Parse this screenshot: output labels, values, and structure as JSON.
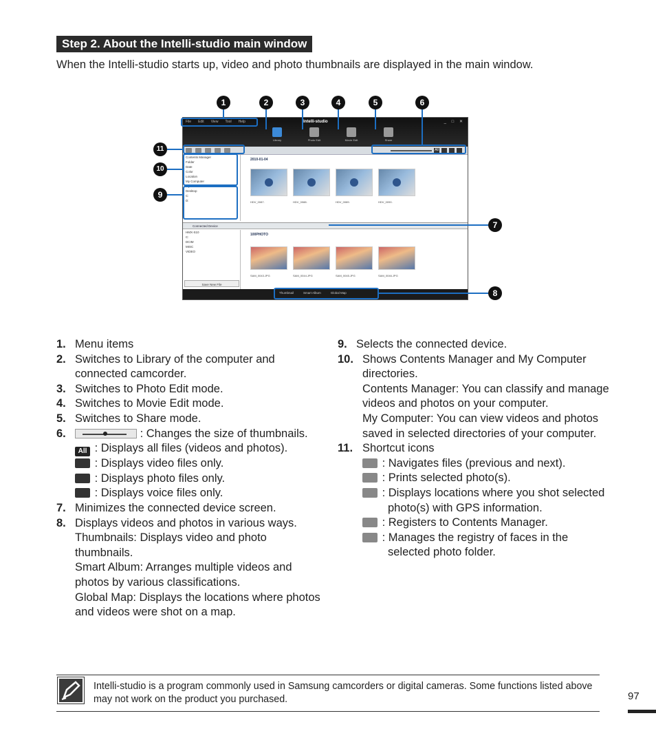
{
  "heading": "Step 2. About the Intelli-studio main window",
  "intro": "When the Intelli-studio starts up, video and photo thumbnails are displayed in the main window.",
  "figure": {
    "app_title": "Intelli-studio",
    "menu": [
      "File",
      "Edit",
      "View",
      "Tool",
      "Help"
    ],
    "window_controls": "_ □ ✕",
    "modes": [
      "Library",
      "Photo Edit",
      "Movie Edit",
      "Share"
    ],
    "filter_all": "All",
    "tree1_header": "Contents Manager",
    "tree1": [
      "Folder",
      "Date",
      "Color",
      "Location"
    ],
    "tree2_header": "My Computer",
    "tree2": [
      "My Documents",
      "Desktop",
      "C:",
      "D:"
    ],
    "date_group": "2010-01-04",
    "video_names": [
      "HDV_0087.",
      "HDV_0088.",
      "HDV_0089.",
      "HDV_0090."
    ],
    "connected_device": "Connected Device",
    "device_tree": [
      "HMX-S10",
      "C:",
      "DCIM",
      "MISC",
      "VIDEO"
    ],
    "folder_group": "100PHOTO",
    "photo_names": [
      "SAM_0043.JPG",
      "SAM_0044.JPG",
      "SAM_0045.JPG",
      "SAM_0046.JPG"
    ],
    "save_new_file": "Save New File",
    "views": [
      "Thumbnail",
      "Smart Album",
      "Global Map"
    ],
    "callouts": [
      "1",
      "2",
      "3",
      "4",
      "5",
      "6",
      "7",
      "8",
      "9",
      "10",
      "11"
    ]
  },
  "left_list": [
    {
      "n": "1.",
      "t": "Menu items"
    },
    {
      "n": "2.",
      "t": "Switches to Library of the computer and connected camcorder."
    },
    {
      "n": "3.",
      "t": "Switches to Photo Edit mode."
    },
    {
      "n": "4.",
      "t": "Switches to Movie Edit mode."
    },
    {
      "n": "5.",
      "t": "Switches to Share mode."
    }
  ],
  "item6": {
    "n": "6.",
    "t": ": Changes the size of thumbnails."
  },
  "item6_subs": [
    ": Displays all files (videos and photos).",
    ": Displays video files only.",
    ": Displays photo files only.",
    ": Displays voice files only."
  ],
  "item7": {
    "n": "7.",
    "t": "Minimizes the connected device screen."
  },
  "item8": {
    "n": "8.",
    "t": "Displays videos and photos in various ways."
  },
  "item8_subs": [
    "Thumbnails: Displays video and photo thumbnails.",
    "Smart Album: Arranges multiple videos and photos by various classifications.",
    "Global Map: Displays the locations where photos and videos were shot on a map."
  ],
  "item9": {
    "n": "9.",
    "t": "Selects the connected device."
  },
  "item10": {
    "n": "10.",
    "t": "Shows Contents Manager and My Computer directories."
  },
  "item10_subs": [
    "Contents Manager: You can classify and manage videos and photos on your computer.",
    "My Computer: You can view videos and photos saved in selected directories of your computer."
  ],
  "item11": {
    "n": "11.",
    "t": "Shortcut icons"
  },
  "item11_subs": [
    ": Navigates files (previous and next).",
    ": Prints selected photo(s).",
    ": Displays locations where you shot selected photo(s) with GPS information.",
    ": Registers to Contents Manager.",
    ": Manages the registry of faces in the selected photo folder."
  ],
  "note": "Intelli-studio is a program commonly used in Samsung camcorders or digital cameras. Some functions listed above may not work on the product you purchased.",
  "page_number": "97",
  "colors": {
    "callout": "#111111",
    "highlight": "#1c6ec2",
    "heading_bg": "#2b2b2b"
  }
}
